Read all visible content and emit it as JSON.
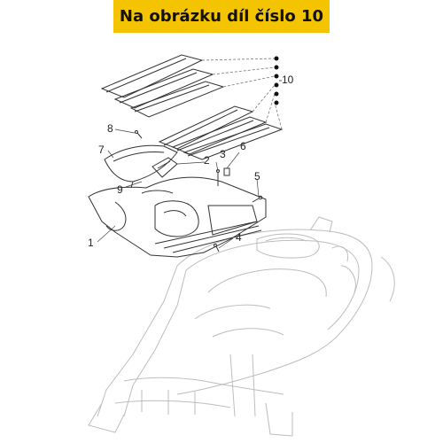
{
  "banner": {
    "title": "Na obrázku díl číslo 10",
    "bg_color": "#f5c400"
  },
  "diagram": {
    "callouts": [
      "10",
      "8",
      "7",
      "3",
      "6",
      "2",
      "9",
      "5",
      "1",
      "4"
    ],
    "line_color": "#333333",
    "ghost_color": "#bdbdbd",
    "highlight_part": "10"
  }
}
